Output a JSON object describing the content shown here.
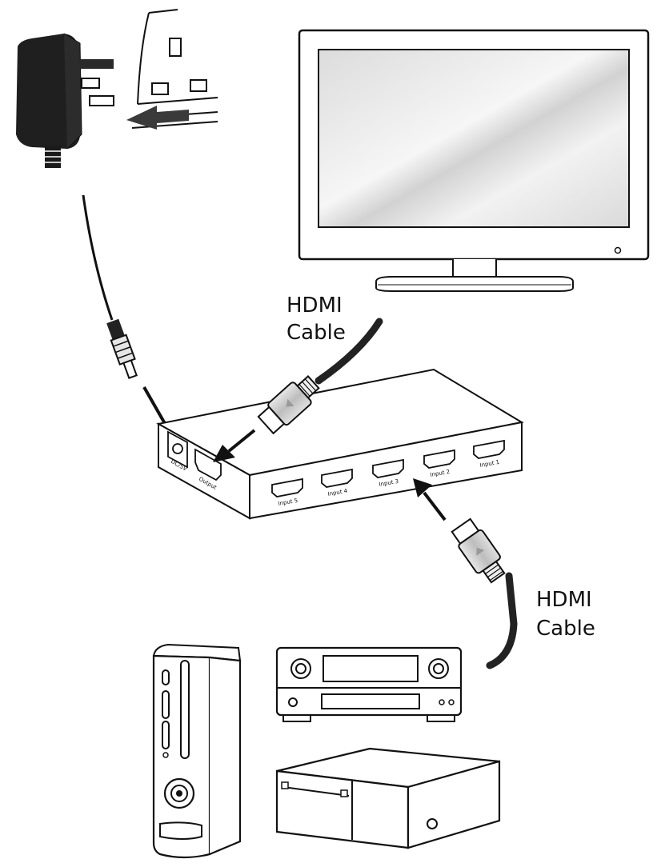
{
  "labels": {
    "hdmi_cable_top": [
      "HDMI",
      "Cable"
    ],
    "hdmi_cable_bottom": [
      "HDMI",
      "Cable"
    ]
  },
  "switch_ports": {
    "power": "DC/5V",
    "output": "Output",
    "inputs": [
      "Input 1",
      "Input 2",
      "Input 3",
      "Input 4",
      "Input 5"
    ]
  },
  "colors": {
    "line": "#111111",
    "adapter": "#1f1f1f",
    "arrow": "#111111",
    "connector": "#cfcfcf",
    "screen": "#e4e4e4"
  }
}
